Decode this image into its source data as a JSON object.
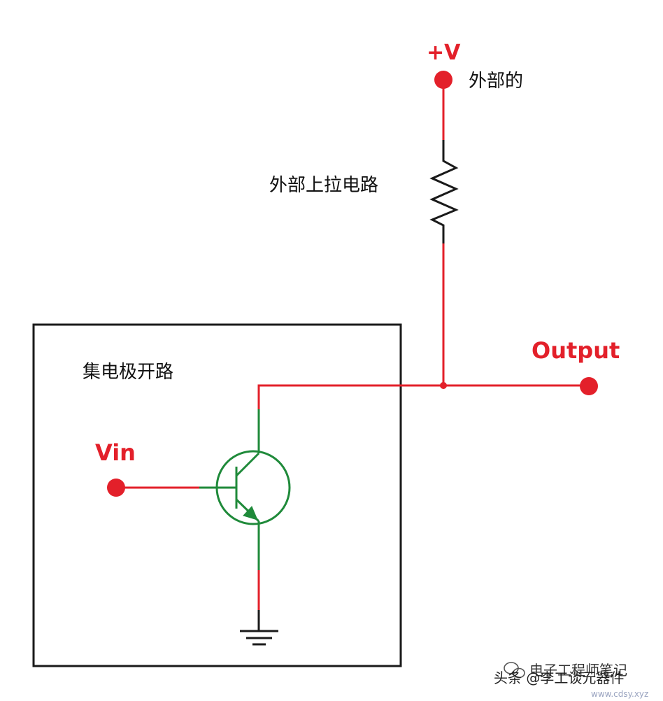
{
  "labels": {
    "supply": "+V",
    "external": "外部的",
    "pullup": "外部上拉电路",
    "output": "Output",
    "open_collector": "集电极开路",
    "vin": "Vin"
  },
  "watermark": {
    "line1": "电子工程师笔记",
    "line2": "头条 @李工谈元器件",
    "site": "www.cdsy.xyz"
  },
  "colors": {
    "wire_red": "#e3202a",
    "transistor_green": "#1f8a3a",
    "resistor_black": "#1a1a1a",
    "box_border": "#1a1a1a",
    "label_black": "#111111"
  },
  "icons": {
    "transistor": "npn-transistor-icon",
    "resistor": "resistor-icon",
    "ground": "ground-icon",
    "watermark_logo": "wechat-icon"
  }
}
